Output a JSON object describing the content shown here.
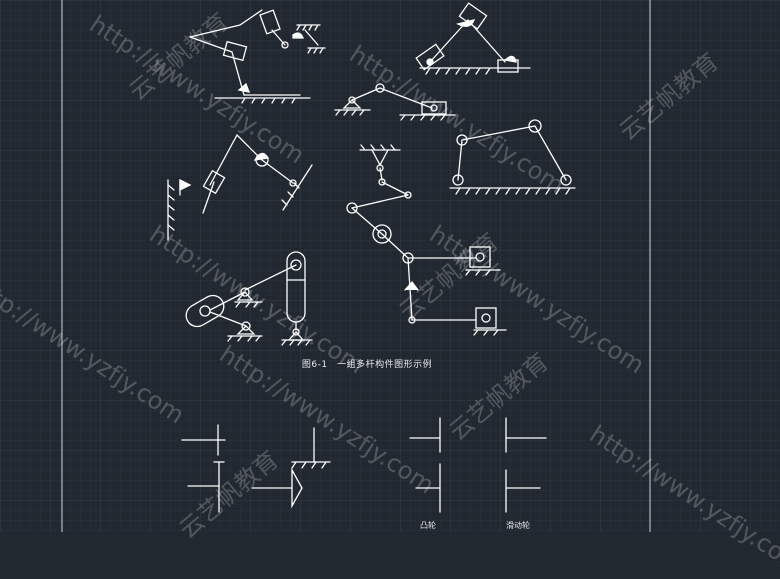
{
  "colors": {
    "background": "#212830",
    "grid_minor": "#2a3240",
    "grid_major": "#343d4c",
    "line": "#ffffff",
    "frame": "#cfd3da"
  },
  "figure": {
    "caption": "图6-1　一组多杆构件图形示例"
  },
  "bottom_labels": [
    "凸轮",
    "滑动轮"
  ],
  "watermarks": {
    "url": "http://www.yzfjy.com",
    "brand": "云艺帆教育"
  }
}
